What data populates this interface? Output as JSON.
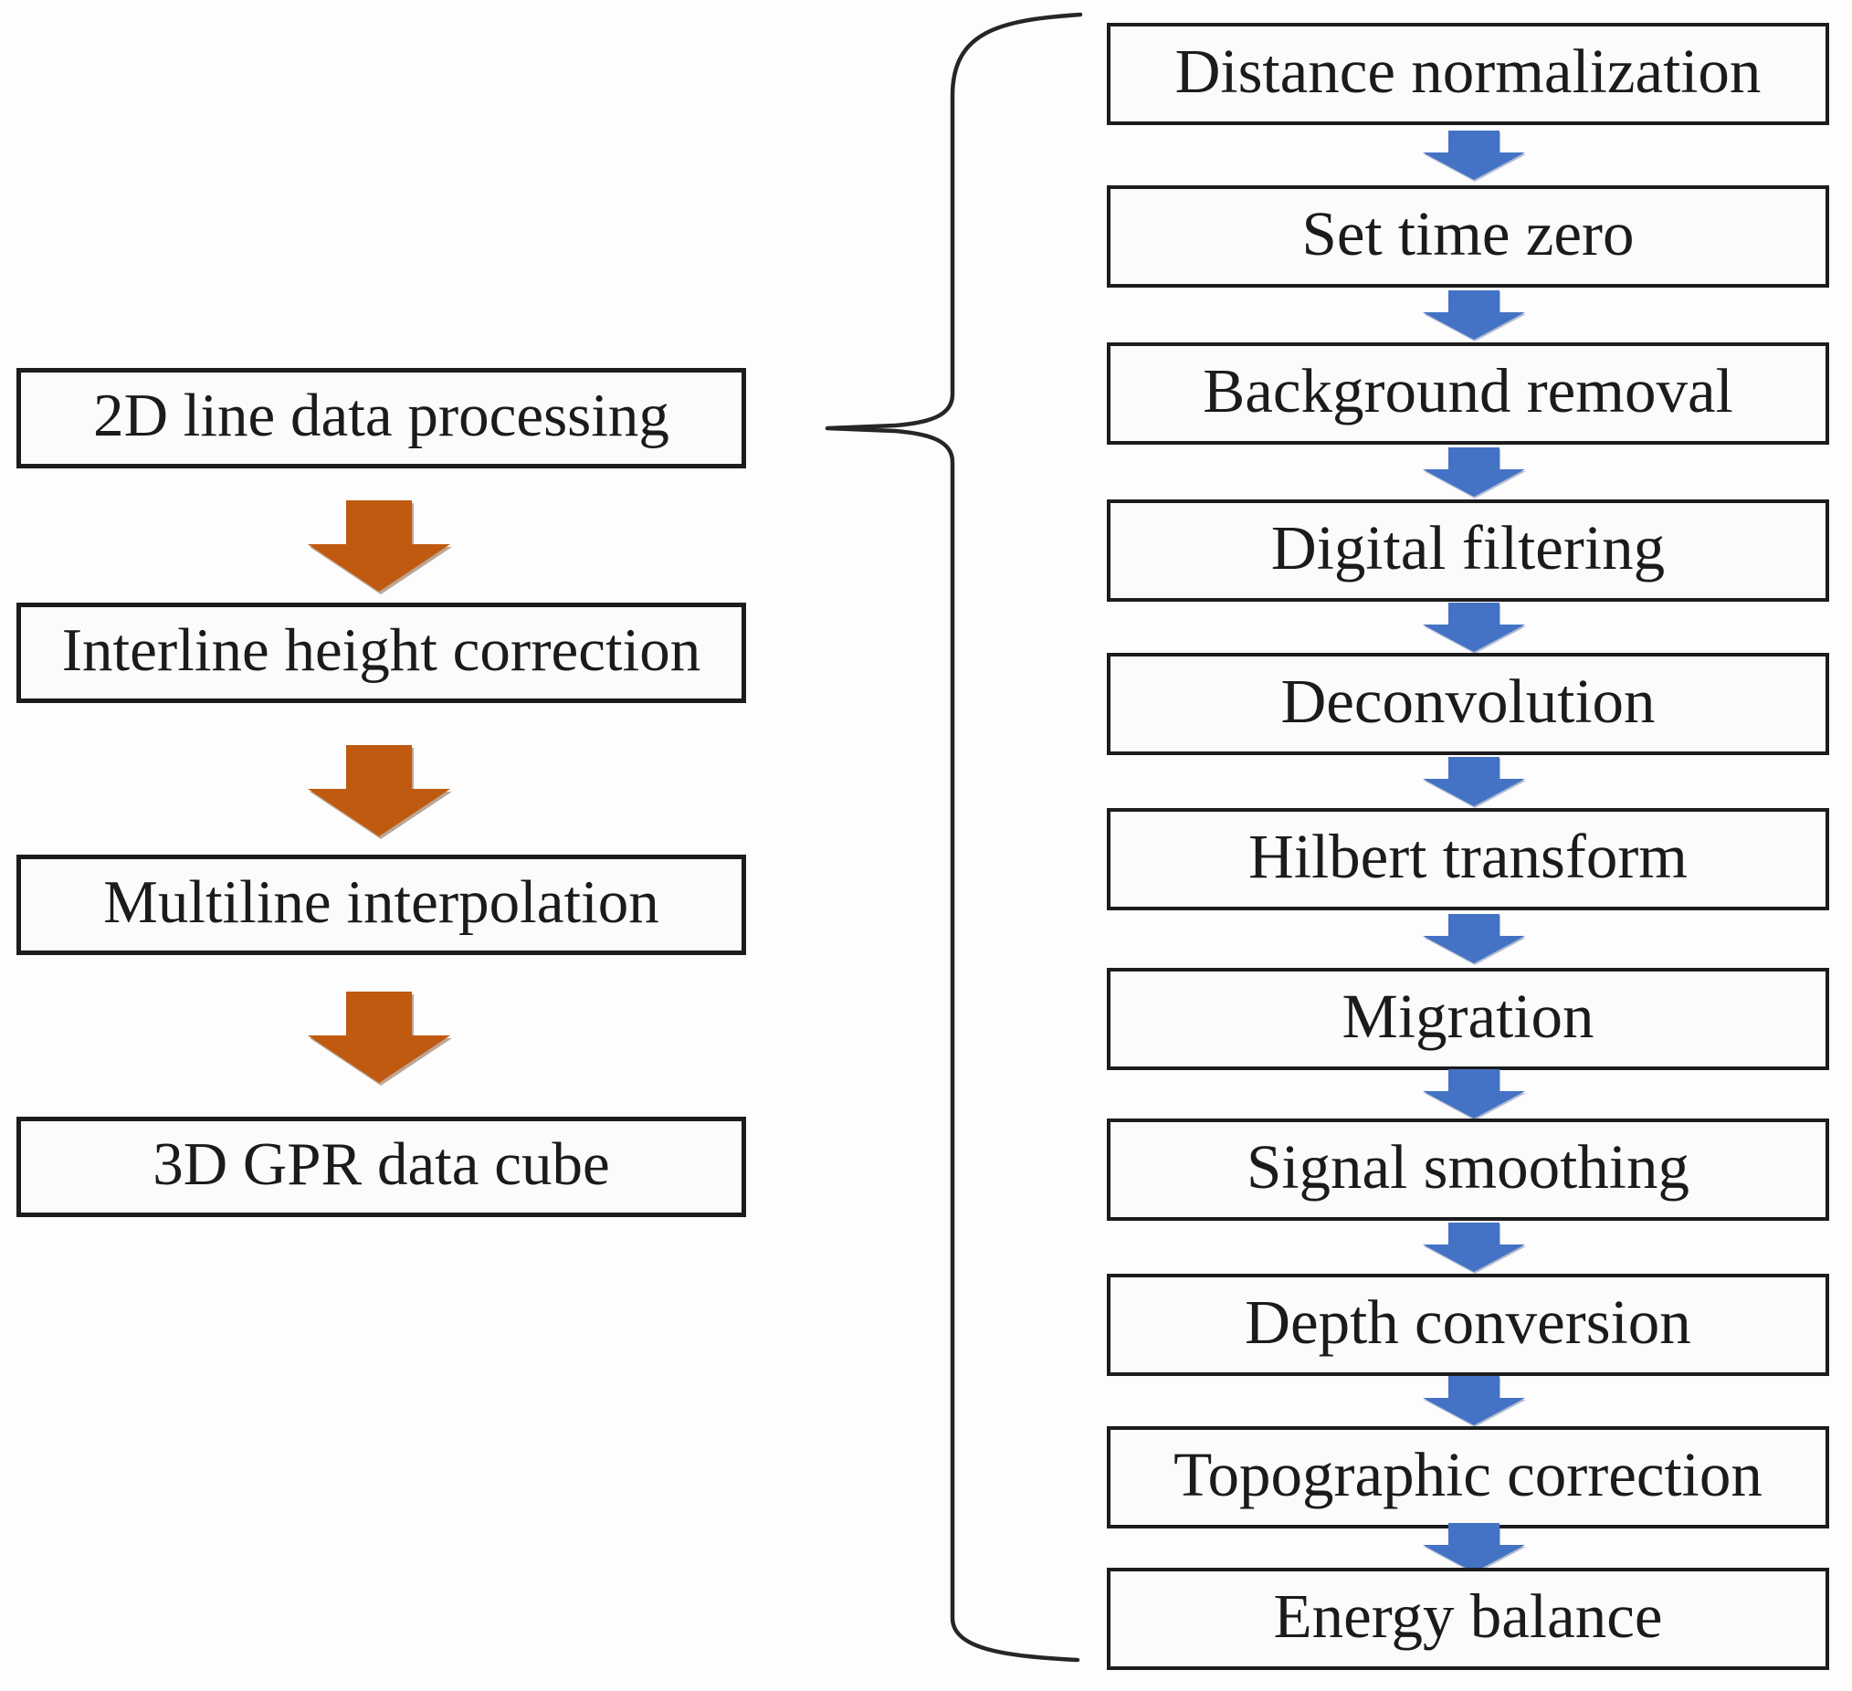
{
  "diagram": {
    "left_column": {
      "boxes": [
        "2D line data processing",
        "Interline height correction",
        "Multiline interpolation",
        "3D GPR data cube"
      ]
    },
    "right_column": {
      "boxes": [
        "Distance normalization",
        "Set time zero",
        "Background removal",
        "Digital filtering",
        "Deconvolution",
        "Hilbert transform",
        "Migration",
        "Signal smoothing",
        "Depth conversion",
        "Topographic correction",
        "Energy balance"
      ]
    },
    "colors": {
      "orange_arrow": "#c05a11",
      "blue_arrow": "#4472c4",
      "box_border": "#1c1c1c",
      "text": "#1b1b1b",
      "brace": "#262626",
      "background": "#fdfdfd"
    }
  }
}
